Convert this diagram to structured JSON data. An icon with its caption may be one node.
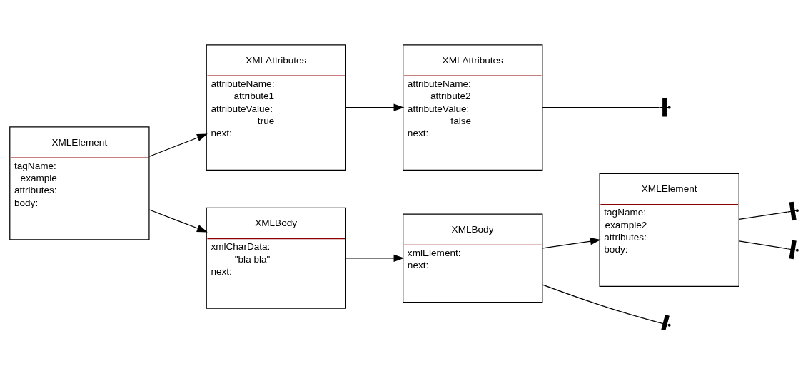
{
  "diagram": {
    "nodes": [
      {
        "text": [
          "XMLElement",
          "tagName:",
          "example",
          "attributes:",
          "body:"
        ]
      },
      {
        "text": [
          "XMLAttributes",
          "attributeName:",
          "attribute1",
          "attributeValue:",
          "true",
          "next:"
        ]
      },
      {
        "text": [
          "XMLAttributes",
          "attributeName:",
          "attribute2",
          "attributeValue:",
          "false",
          "next:"
        ]
      },
      {
        "text": [
          "XMLBody",
          "xmlCharData:",
          "\"bla bla\"",
          "next:"
        ]
      },
      {
        "text": [
          "XMLBody",
          "xmlElement:",
          "next:"
        ]
      },
      {
        "text": [
          "XMLElement",
          "tagName:",
          "example2",
          "attributes:",
          "body:"
        ]
      }
    ],
    "edges": [
      {
        "from": 0,
        "to": 1,
        "arrow": "to"
      },
      {
        "from": 0,
        "to": 3,
        "arrow": "to"
      },
      {
        "from": 1,
        "to": 2,
        "arrow": "to"
      },
      {
        "from": 2,
        "to": null,
        "arrow": "other"
      },
      {
        "from": 3,
        "to": 4,
        "arrow": "to"
      },
      {
        "from": 4,
        "to": 5,
        "arrow": "to"
      },
      {
        "from": 4,
        "to": null,
        "arrow": "other"
      },
      {
        "from": 5,
        "to": null,
        "arrow": "other"
      },
      {
        "from": 5,
        "to": null,
        "arrow": "other"
      }
    ]
  }
}
